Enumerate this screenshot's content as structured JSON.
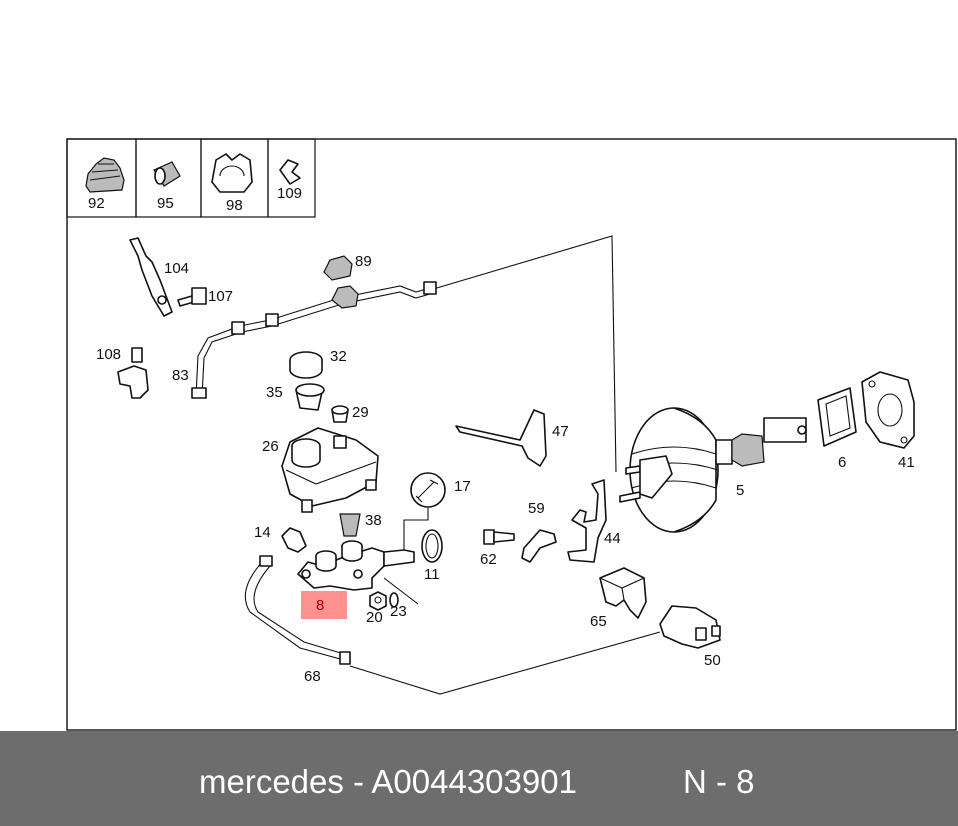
{
  "legend_labels": [
    "92",
    "95",
    "98",
    "109"
  ],
  "part_labels": {
    "p104": "104",
    "p107": "107",
    "p89": "89",
    "p108": "108",
    "p83": "83",
    "p32": "32",
    "p35": "35",
    "p29": "29",
    "p26": "26",
    "p47": "47",
    "p17": "17",
    "p38": "38",
    "p14": "14",
    "p59": "59",
    "p44": "44",
    "p62": "62",
    "p11": "11",
    "p8": "8",
    "p20": "20",
    "p23": "23",
    "p65": "65",
    "p50": "50",
    "p68": "68",
    "p5": "5",
    "p6": "6",
    "p41": "41"
  },
  "highlight_color": "#ff5050",
  "footer": {
    "brand_part": "mercedes - A0044303901",
    "position": "N - 8"
  }
}
